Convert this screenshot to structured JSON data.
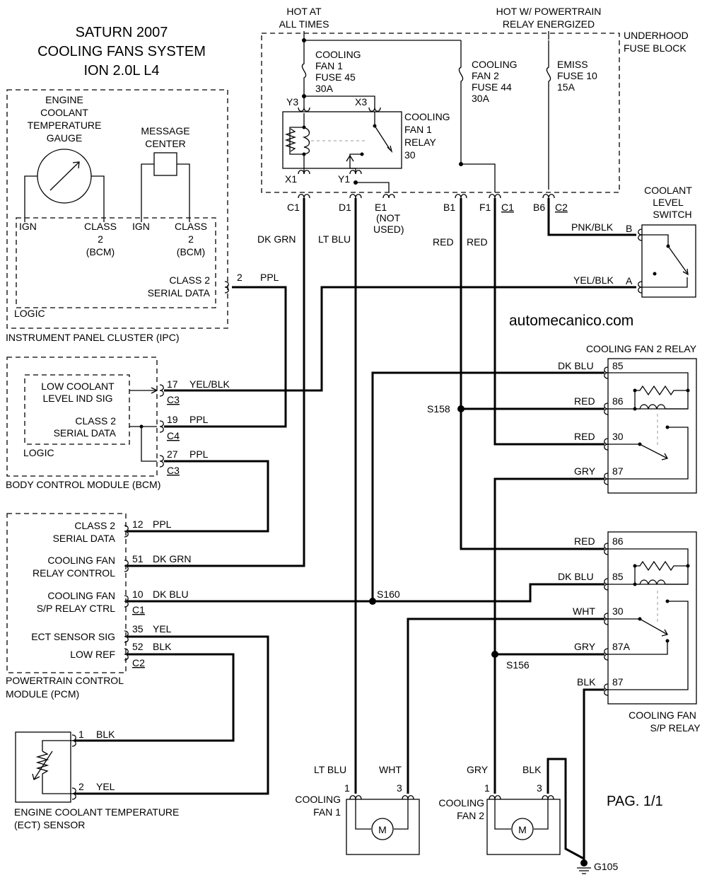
{
  "title": {
    "line1": "SATURN 2007",
    "line2": "COOLING FANS SYSTEM",
    "line3": "ION 2.0L L4"
  },
  "watermark": "automecanico.com",
  "page_label": "PAG. 1/1",
  "power": {
    "hot_at_all_times": [
      "HOT AT",
      "ALL TIMES"
    ],
    "hot_powertrain": [
      "HOT W/ POWERTRAIN",
      "RELAY ENERGIZED"
    ]
  },
  "underhood_fuse_block": [
    "UNDERHOOD",
    "FUSE BLOCK"
  ],
  "fuses": [
    {
      "lines": [
        "COOLING",
        "FAN 1",
        "FUSE 45",
        "30A"
      ]
    },
    {
      "lines": [
        "COOLING",
        "FAN 2",
        "FUSE 44",
        "30A"
      ]
    },
    {
      "lines": [
        "EMISS",
        "FUSE 10",
        "15A"
      ]
    }
  ],
  "fan1_relay": {
    "lines": [
      "COOLING",
      "FAN 1",
      "RELAY",
      "30"
    ]
  },
  "relay_terminals": {
    "y3": "Y3",
    "x3": "X3",
    "x1": "X1",
    "y1": "Y1"
  },
  "connectors": {
    "c1": "C1",
    "d1": "D1",
    "e1": "E1",
    "not_used": [
      "(NOT",
      "USED)"
    ],
    "b1": "B1",
    "f1": "F1",
    "c1b": "C1",
    "b6": "B6",
    "c2": "C2"
  },
  "wire_colors": {
    "dk_grn": "DK GRN",
    "lt_blu": "LT BLU",
    "red1": "RED",
    "red2": "RED",
    "pnk_blk": "PNK/BLK",
    "yel_blk_switch": "YEL/BLK",
    "ppl_ipc": "PPL"
  },
  "coolant_switch": {
    "title": [
      "COOLANT",
      "LEVEL",
      "SWITCH"
    ],
    "pin_b": "B",
    "pin_a": "A"
  },
  "ipc": {
    "gauge": [
      "ENGINE",
      "COOLANT",
      "TEMPERATURE",
      "GAUGE"
    ],
    "message_center": [
      "MESSAGE",
      "CENTER"
    ],
    "ign1": "IGN",
    "class2_1": [
      "CLASS",
      "2",
      "(BCM)"
    ],
    "ign2": "IGN",
    "class2_2": [
      "CLASS",
      "2",
      "(BCM)"
    ],
    "serial": [
      "CLASS 2",
      "SERIAL DATA"
    ],
    "pin": "2",
    "logic": "LOGIC",
    "name": "INSTRUMENT PANEL CLUSTER (IPC)"
  },
  "bcm": {
    "low_coolant": [
      "LOW COOLANT",
      "LEVEL IND SIG"
    ],
    "serial": [
      "CLASS 2",
      "SERIAL DATA"
    ],
    "logic": "LOGIC",
    "name": "BODY CONTROL MODULE (BCM)",
    "pins": [
      {
        "num": "17",
        "color": "YEL/BLK",
        "conn": "C3"
      },
      {
        "num": "19",
        "color": "PPL",
        "conn": "C4"
      },
      {
        "num": "27",
        "color": "PPL",
        "conn": "C3"
      }
    ]
  },
  "pcm": {
    "labels": [
      [
        "CLASS 2",
        "SERIAL DATA"
      ],
      [
        "COOLING FAN",
        "RELAY CONTROL"
      ],
      [
        "COOLING FAN",
        "S/P RELAY CTRL"
      ],
      [
        "ECT SENSOR SIG"
      ],
      [
        "LOW REF"
      ]
    ],
    "pins": [
      {
        "num": "12",
        "color": "PPL"
      },
      {
        "num": "51",
        "color": "DK GRN"
      },
      {
        "num": "10",
        "color": "DK BLU"
      },
      {
        "num": "35",
        "color": "YEL"
      },
      {
        "num": "52",
        "color": "BLK"
      }
    ],
    "conn_c1": "C1",
    "conn_c2": "C2",
    "name": [
      "POWERTRAIN CONTROL",
      "MODULE (PCM)"
    ]
  },
  "ect": {
    "pins": [
      {
        "num": "1",
        "color": "BLK"
      },
      {
        "num": "2",
        "color": "YEL"
      }
    ],
    "name": [
      "ENGINE COOLANT TEMPERATURE",
      "(ECT) SENSOR"
    ]
  },
  "fan2_relay": {
    "title": "COOLING FAN 2 RELAY",
    "terminals": [
      {
        "color": "DK BLU",
        "pin": "85"
      },
      {
        "color": "RED",
        "pin": "86"
      },
      {
        "color": "RED",
        "pin": "30"
      },
      {
        "color": "GRY",
        "pin": "87"
      }
    ]
  },
  "sp_relay": {
    "name": [
      "COOLING FAN",
      "S/P RELAY"
    ],
    "terminals": [
      {
        "color": "RED",
        "pin": "86"
      },
      {
        "color": "DK BLU",
        "pin": "85"
      },
      {
        "color": "WHT",
        "pin": "30"
      },
      {
        "color": "GRY",
        "pin": "87A"
      },
      {
        "color": "BLK",
        "pin": "87"
      }
    ]
  },
  "splices": {
    "s158": "S158",
    "s160": "S160",
    "s156": "S156"
  },
  "fan1": {
    "name": [
      "COOLING",
      "FAN 1"
    ],
    "wire1": "LT BLU",
    "wire3": "WHT",
    "pin1": "1",
    "pin3": "3",
    "motor": "M"
  },
  "fan2": {
    "name": [
      "COOLING",
      "FAN 2"
    ],
    "wire1": "GRY",
    "wire3": "BLK",
    "pin1": "1",
    "pin3": "3",
    "motor": "M"
  },
  "ground": "G105"
}
